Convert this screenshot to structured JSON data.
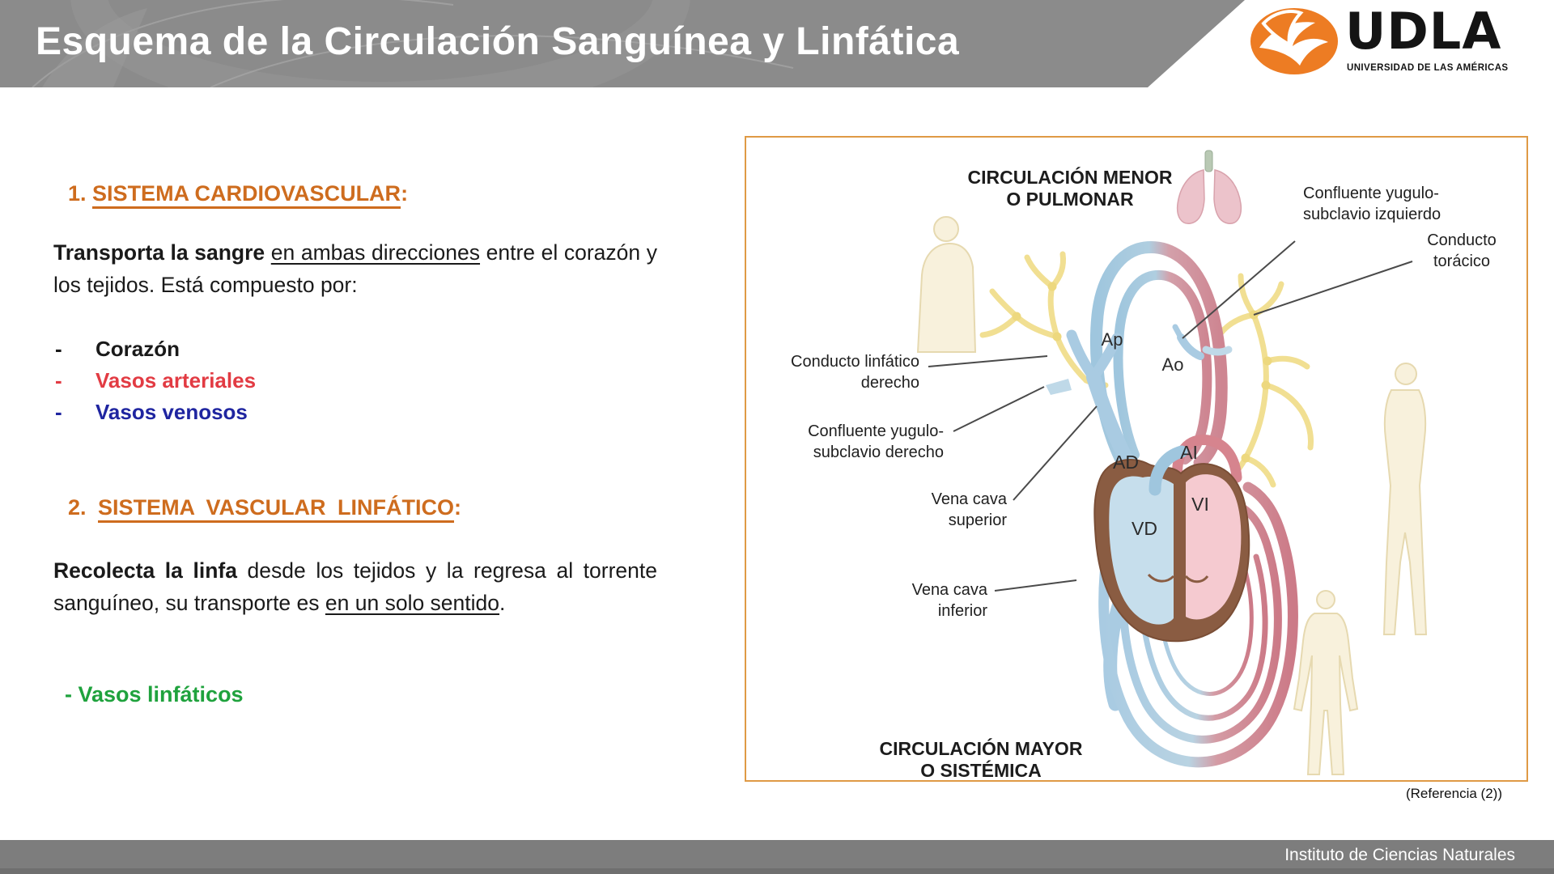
{
  "slide": {
    "header": {
      "title": "Esquema de la Circulación Sanguínea y Linfática",
      "logo_text": "UDLA",
      "logo_subtitle": "UNIVERSIDAD DE LAS AMÉRICAS"
    },
    "sections": [
      {
        "number": "1.",
        "title": "SISTEMA CARDIOVASCULAR",
        "colon": ":",
        "paragraph": {
          "bold": "Transporta la sangre",
          "underlined": "en ambas direcciones",
          "rest": "entre el corazón y los tejidos. Está compuesto por:"
        },
        "items": [
          {
            "dash": "-",
            "label": "Corazón"
          },
          {
            "dash": "-",
            "label": "Vasos arteriales"
          },
          {
            "dash": "-",
            "label": "Vasos venosos"
          }
        ]
      },
      {
        "number": "2.",
        "title": "SISTEMA VASCULAR LINFÁTICO",
        "colon": ":",
        "paragraph": {
          "bold": "Recolecta la linfa",
          "mid": "desde los tejidos y la regresa al torrente sanguíneo, su transporte es",
          "underlined": "en un solo sentido",
          "end": "."
        },
        "item": "- Vasos linfáticos"
      }
    ],
    "diagram": {
      "top_title_line1": "CIRCULACIÓN MENOR",
      "top_title_line2": "O PULMONAR",
      "bottom_title_line1": "CIRCULACIÓN MAYOR",
      "bottom_title_line2": "O SISTÉMICA",
      "labels": [
        {
          "line1": "Conducto linfático",
          "line2": "derecho"
        },
        {
          "line1": "Confluente yugulo-",
          "line2": "subclavio derecho"
        },
        {
          "line1": "Vena cava",
          "line2": "superior"
        },
        {
          "line1": "Vena cava",
          "line2": "inferior"
        },
        {
          "line1": "Confluente yugulo-",
          "line2": "subclavio izquierdo"
        },
        {
          "line1": "Conducto",
          "line2": "torácico"
        }
      ],
      "vessel_labels": {
        "ap": "Ap",
        "ao": "Ao",
        "ad": "AD",
        "ai": "AI",
        "vd": "VD",
        "vi": "VI"
      },
      "reference": "(Referencia (2))"
    },
    "footer": {
      "text": "Instituto de Ciencias Naturales"
    },
    "colors": {
      "heading_orange": "#CE6C1E",
      "arterial_red": "#E23B43",
      "venous_blue": "#1F25A0",
      "lymph_green": "#1FA23D",
      "header_gray": "#8B8B8B",
      "footer_gray": "#7D7D7D",
      "box_border_orange": "#DF9A45",
      "logo_orange": "#ED7C23",
      "vessel_blue": "#A9CBE2",
      "vessel_red": "#D6848E",
      "lymph_yellow": "#F1DF92",
      "heart_brown": "#8A5C42"
    }
  }
}
